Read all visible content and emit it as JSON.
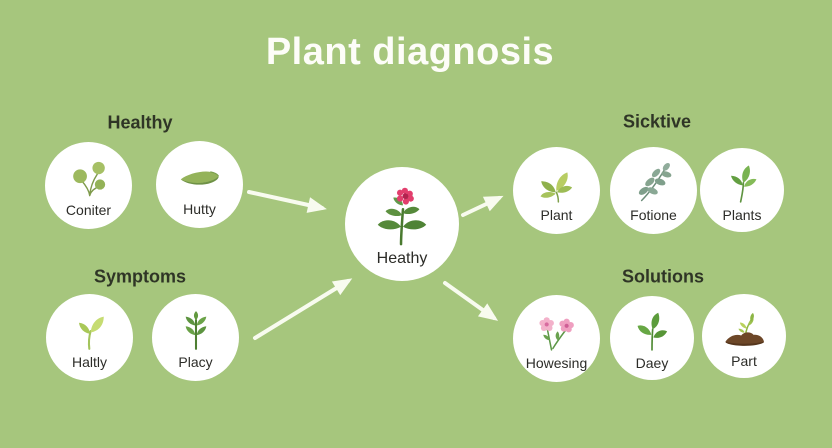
{
  "title": "Plant diagnosis",
  "center": {
    "label": "Heathy",
    "icon": "flowering-plant-icon"
  },
  "groups": [
    {
      "id": "healthy",
      "label": "Healthy",
      "items": [
        {
          "label": "Coniter",
          "icon": "round-leaves-plant-icon"
        },
        {
          "label": "Hutty",
          "icon": "seed-pod-icon"
        }
      ]
    },
    {
      "id": "symptoms",
      "label": "Symptoms",
      "items": [
        {
          "label": "Haltly",
          "icon": "seedling-icon"
        },
        {
          "label": "Placy",
          "icon": "leafy-plant-icon"
        }
      ]
    },
    {
      "id": "sicktive",
      "label": "Sicktive",
      "items": [
        {
          "label": "Plant",
          "icon": "leaf-cluster-icon"
        },
        {
          "label": "Fotione",
          "icon": "sage-branch-icon"
        },
        {
          "label": "Plants",
          "icon": "leaf-sprig-icon"
        }
      ]
    },
    {
      "id": "solutions",
      "label": "Solutions",
      "items": [
        {
          "label": "Howesing",
          "icon": "pink-flowers-icon"
        },
        {
          "label": "Daey",
          "icon": "green-leaves-icon"
        },
        {
          "label": "Part",
          "icon": "soil-sprout-icon"
        }
      ]
    }
  ],
  "arrows": [
    {
      "from": "healthy-group",
      "to": "center-node"
    },
    {
      "from": "symptoms-group",
      "to": "center-node"
    },
    {
      "from": "center-node",
      "to": "sicktive-group"
    },
    {
      "from": "center-node",
      "to": "solutions-group"
    }
  ],
  "colors": {
    "background": "#a6c67d",
    "node_fill": "#ffffff",
    "title_text": "#fdfdf8",
    "heading_text": "#2f3526",
    "label_text": "#2c2c28",
    "arrow": "#f8fbef",
    "flower_accent": "#e23e6d",
    "soil_brown": "#6d4728"
  }
}
